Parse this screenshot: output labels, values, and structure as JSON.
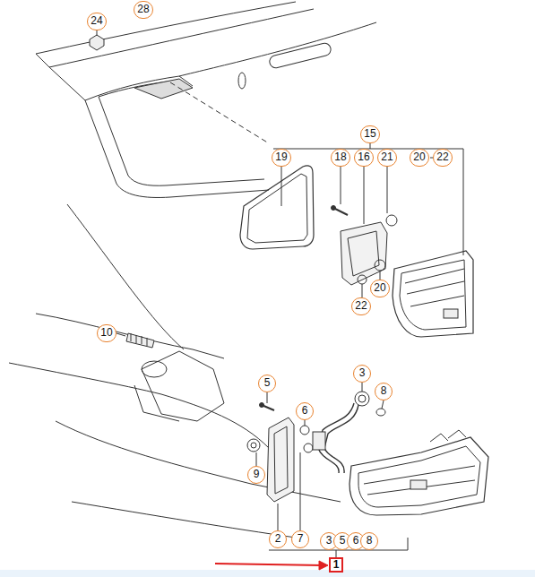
{
  "diagram": {
    "labels": [
      "24",
      "28",
      "15",
      "19",
      "18",
      "16",
      "21",
      "20",
      "22",
      "20",
      "22",
      "10",
      "3",
      "8",
      "5",
      "6",
      "9",
      "2",
      "7",
      "3",
      "5",
      "6",
      "8",
      "1"
    ]
  }
}
